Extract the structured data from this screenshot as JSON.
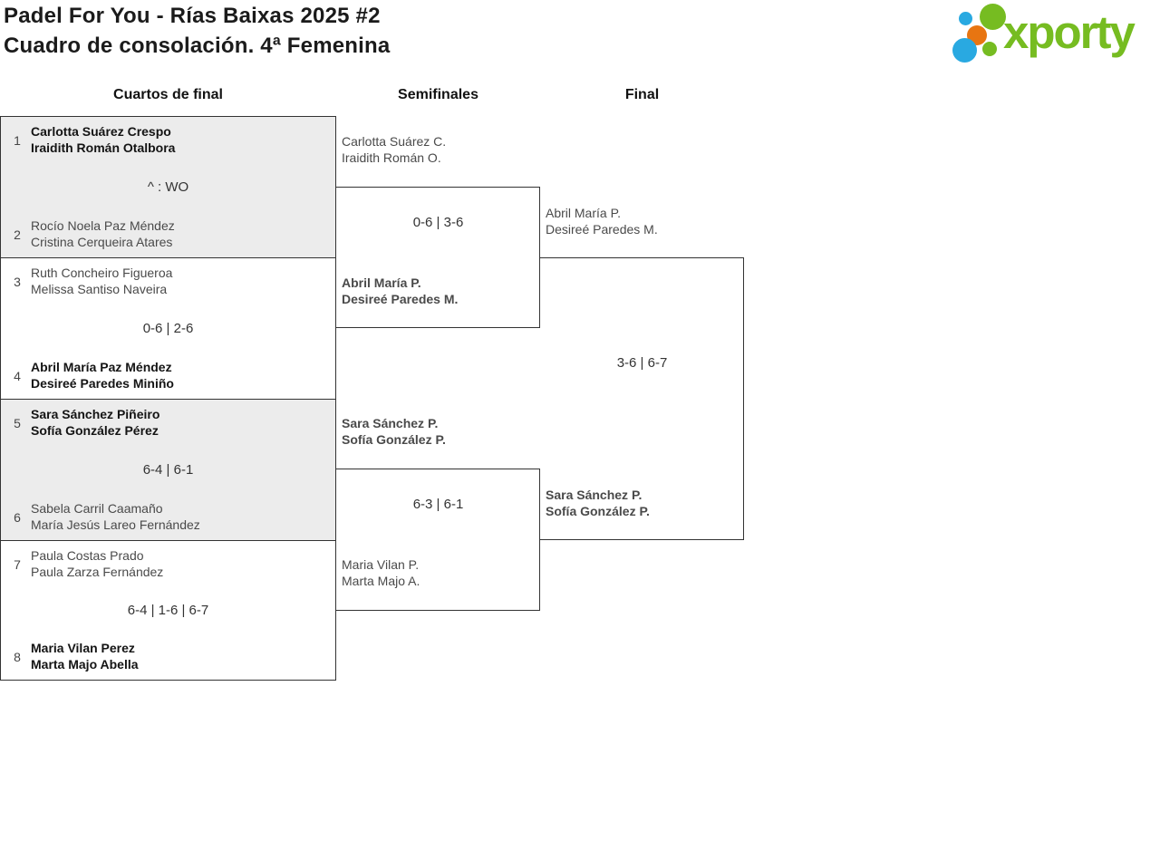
{
  "title": {
    "line1": "Padel For You - Rías Baixas 2025 #2",
    "line2": "Cuadro de consolación. 4ª Femenina"
  },
  "logo": {
    "brand": "xporty",
    "colors": {
      "green": "#76bc21",
      "blue": "#29a9e1",
      "orange": "#e87511"
    }
  },
  "round_headers": {
    "quarterfinals": "Cuartos de final",
    "semifinals": "Semifinales",
    "final": "Final"
  },
  "bracket": {
    "quarterfinals": [
      {
        "seed_top": "1",
        "top": {
          "players": [
            "Carlotta Suárez Crespo",
            "Iraidith Román Otalbora"
          ],
          "winner": true
        },
        "score": "^ : WO",
        "seed_bottom": "2",
        "bottom": {
          "players": [
            "Rocío Noela Paz Méndez",
            "Cristina Cerqueira Atares"
          ],
          "winner": false
        }
      },
      {
        "seed_top": "3",
        "top": {
          "players": [
            "Ruth Concheiro Figueroa",
            "Melissa Santiso Naveira"
          ],
          "winner": false
        },
        "score": "0-6 | 2-6",
        "seed_bottom": "4",
        "bottom": {
          "players": [
            "Abril María Paz Méndez",
            "Desireé Paredes Miniño"
          ],
          "winner": true
        }
      },
      {
        "seed_top": "5",
        "top": {
          "players": [
            "Sara Sánchez Piñeiro",
            "Sofía González Pérez"
          ],
          "winner": true
        },
        "score": "6-4 | 6-1",
        "seed_bottom": "6",
        "bottom": {
          "players": [
            "Sabela Carril Caamaño",
            "María Jesús Lareo Fernández"
          ],
          "winner": false
        }
      },
      {
        "seed_top": "7",
        "top": {
          "players": [
            "Paula Costas Prado",
            "Paula Zarza Fernández"
          ],
          "winner": false
        },
        "score": "6-4 | 1-6 | 6-7",
        "seed_bottom": "8",
        "bottom": {
          "players": [
            "Maria Vilan Perez",
            "Marta Majo Abella"
          ],
          "winner": true
        }
      }
    ],
    "semifinals": [
      {
        "top": {
          "players": [
            "Carlotta Suárez C.",
            "Iraidith Román O."
          ],
          "winner": false
        },
        "score": "0-6 | 3-6",
        "bottom": {
          "players": [
            "Abril María P.",
            "Desireé Paredes M."
          ],
          "winner": true
        }
      },
      {
        "top": {
          "players": [
            "Sara Sánchez P.",
            "Sofía González P."
          ],
          "winner": true
        },
        "score": "6-3 | 6-1",
        "bottom": {
          "players": [
            "Maria Vilan P.",
            "Marta Majo A."
          ],
          "winner": false
        }
      }
    ],
    "final": {
      "top": {
        "players": [
          "Abril María P.",
          "Desireé Paredes M."
        ],
        "winner": false
      },
      "score": "3-6 | 6-7",
      "bottom": {
        "players": [
          "Sara Sánchez P.",
          "Sofía González P."
        ],
        "winner": true
      }
    }
  }
}
